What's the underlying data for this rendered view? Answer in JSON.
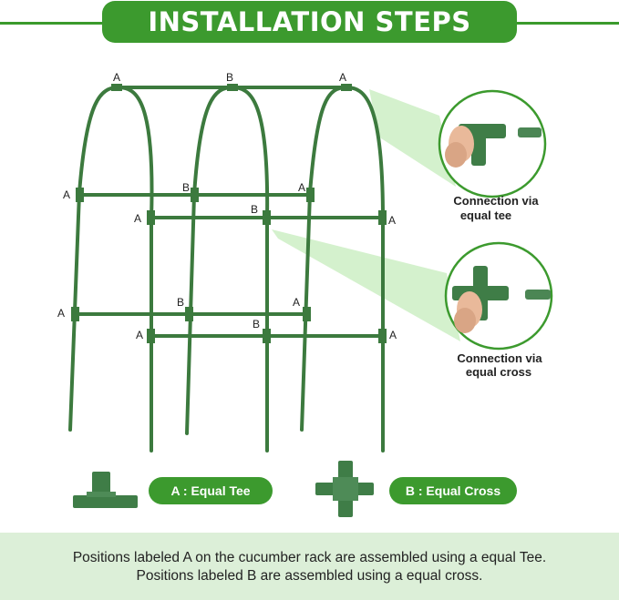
{
  "banner": {
    "title": "INSTALLATION STEPS"
  },
  "labels": {
    "a": "A",
    "b": "B"
  },
  "callouts": {
    "tee": {
      "line1": "Connection via",
      "line2": "equal tee"
    },
    "cross": {
      "line1": "Connection via",
      "line2": "equal cross"
    }
  },
  "legend": {
    "tee_label": "A : Equal Tee",
    "cross_label": "B : Equal Cross"
  },
  "footer": {
    "line1": "Positions labeled A on the cucumber rack are assembled using a equal Tee.",
    "line2": "Positions labeled B are assembled using a equal cross."
  },
  "colors": {
    "brand_green": "#3c9a2e",
    "pipe_green": "#3c7a3e",
    "footer_bg": "#dcefd8",
    "callout_bg": "#c9eec0"
  }
}
